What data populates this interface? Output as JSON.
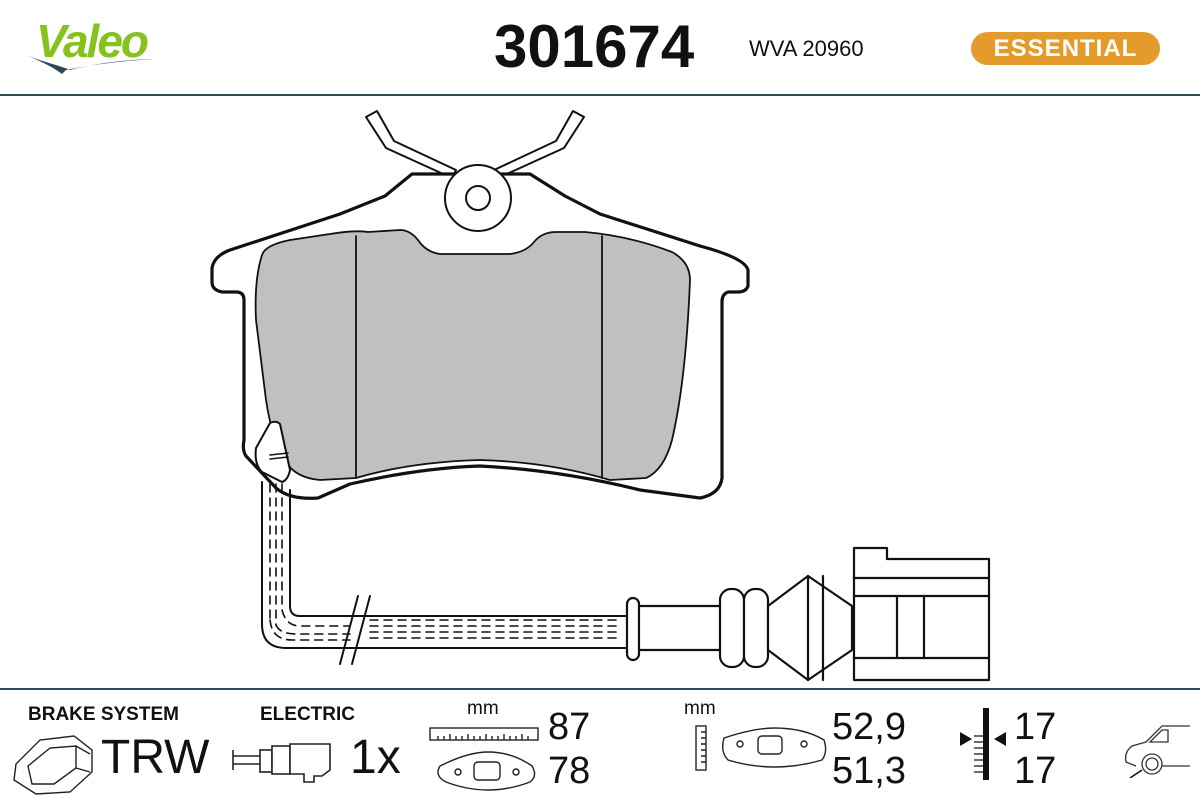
{
  "header": {
    "brand": "Valeo",
    "part_number": "301674",
    "wva": "WVA 20960",
    "badge": "ESSENTIAL",
    "brand_color": "#86c21e",
    "badge_color": "#e59a2c",
    "divider_color": "#2a4a55"
  },
  "drawing": {
    "subject": "rear brake pad with electric wear indicator cable and connector",
    "friction_color": "#c0c0c0"
  },
  "footer": {
    "brake_system": {
      "label": "BRAKE SYSTEM",
      "value": "TRW",
      "icon": "caliper-icon"
    },
    "electric": {
      "label": "ELECTRIC",
      "value": "1x",
      "icon": "connector-icon"
    },
    "width": {
      "unit": "mm",
      "values": [
        "87",
        "78"
      ],
      "icon": "ruler-pad-icon"
    },
    "height": {
      "unit": "mm",
      "values": [
        "52,9",
        "51,3"
      ],
      "icon": "height-pad-icon"
    },
    "thickness": {
      "values": [
        "17",
        "17"
      ],
      "icon": "thickness-icon"
    },
    "axle": {
      "icon": "rear-axle-car-icon"
    }
  }
}
